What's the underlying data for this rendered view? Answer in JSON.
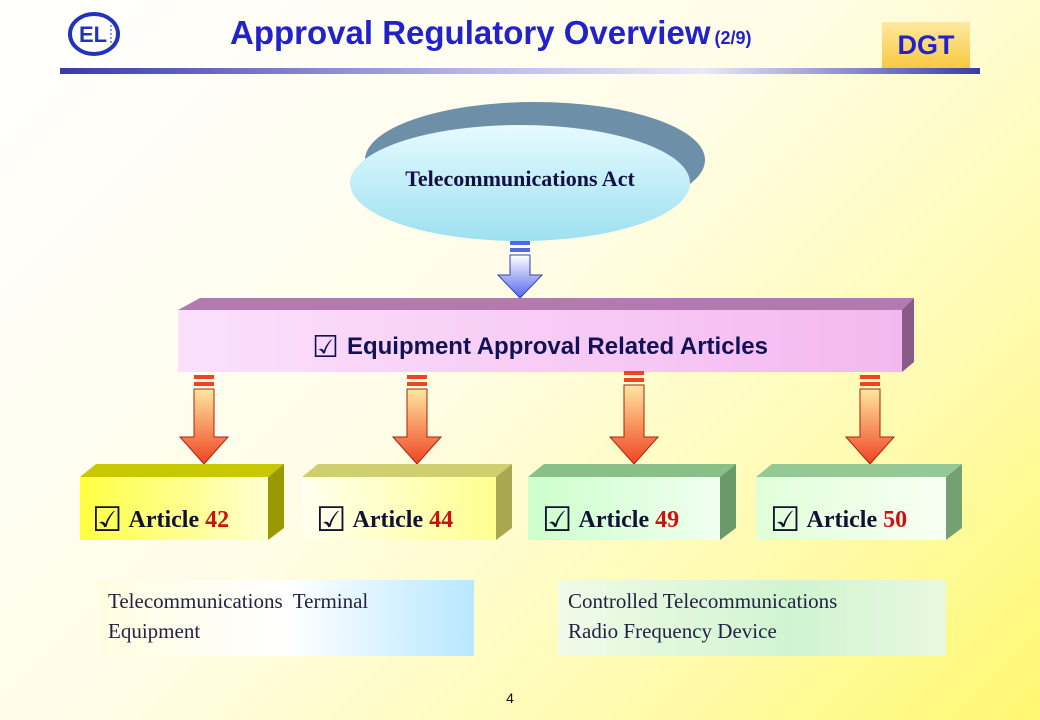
{
  "header": {
    "title": "Approval Regulatory Overview",
    "title_sub": "(2/9)",
    "badge": "DGT",
    "logo_text": "EL"
  },
  "diagram": {
    "root": "Telecommunications Act",
    "middle": "Equipment Approval Related Articles",
    "check_glyph": "☑",
    "articles": [
      {
        "prefix": "Article",
        "number": "42"
      },
      {
        "prefix": "Article",
        "number": "44"
      },
      {
        "prefix": "Article",
        "number": "49"
      },
      {
        "prefix": "Article",
        "number": "50"
      }
    ],
    "descriptions": [
      {
        "line1": "Telecommunications  Terminal",
        "line2": "Equipment"
      },
      {
        "line1": "Controlled Telecommunications",
        "line2": "Radio Frequency Device"
      }
    ]
  },
  "footer": {
    "page_number": "4"
  },
  "colors": {
    "title": "#2222cc",
    "article_number": "#cc1111",
    "band": "#f6c4f2",
    "ellipse": "#b8ecf6",
    "arrow_blue": "#5566ee",
    "arrow_red": "#ee4422"
  }
}
